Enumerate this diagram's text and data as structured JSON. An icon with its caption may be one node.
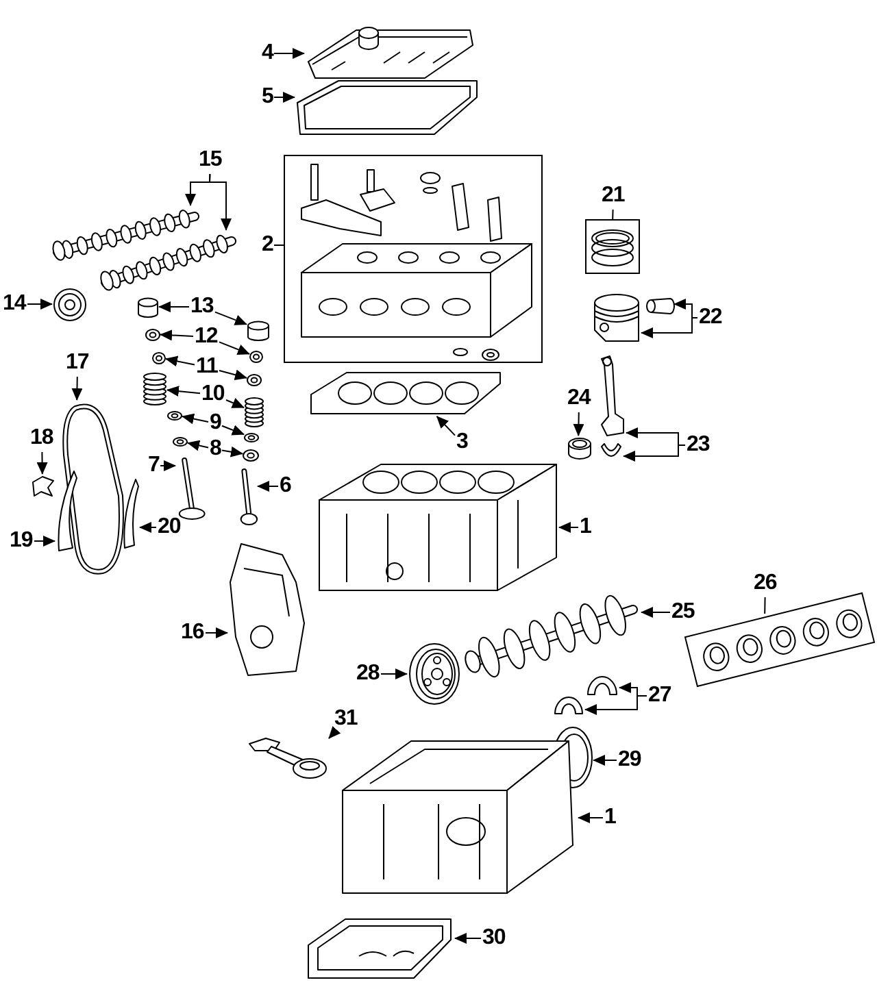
{
  "diagram": {
    "nodes": [
      {
        "text": [
          "4"
        ]
      },
      {
        "text": [],
        "shape": "picture"
      },
      {
        "text": [
          "5"
        ]
      },
      {
        "text": [],
        "shape": "picture"
      },
      {
        "text": [
          "15"
        ]
      },
      {
        "text": [
          "2"
        ]
      },
      {
        "text": [],
        "shape": "box"
      },
      {
        "text": [],
        "shape": "picture"
      },
      {
        "text": [],
        "shape": "picture"
      },
      {
        "text": [
          "21"
        ]
      },
      {
        "text": [],
        "shape": "box"
      },
      {
        "text": [
          "14"
        ]
      },
      {
        "text": [],
        "shape": "picture"
      },
      {
        "text": [
          "13"
        ]
      },
      {
        "text": [],
        "shape": "cylinder"
      },
      {
        "text": [],
        "shape": "cylinder"
      },
      {
        "text": [],
        "shape": "cylinder"
      },
      {
        "text": [],
        "shape": "picture"
      },
      {
        "text": [
          "22"
        ]
      },
      {
        "text": [
          "12"
        ]
      },
      {
        "text": [],
        "shape": "picture"
      },
      {
        "text": [],
        "shape": "picture"
      },
      {
        "text": [
          "11"
        ]
      },
      {
        "text": [],
        "shape": "picture"
      },
      {
        "text": [],
        "shape": "picture"
      },
      {
        "text": [
          "17"
        ]
      },
      {
        "text": [],
        "shape": "picture"
      },
      {
        "text": [
          "10"
        ]
      },
      {
        "text": [],
        "shape": "picture"
      },
      {
        "text": [],
        "shape": "picture"
      },
      {
        "text": [
          "9"
        ]
      },
      {
        "text": [],
        "shape": "picture"
      },
      {
        "text": [],
        "shape": "picture"
      },
      {
        "text": [
          "24"
        ]
      },
      {
        "text": [],
        "shape": "cylinder"
      },
      {
        "text": [
          "3"
        ]
      },
      {
        "text": [],
        "shape": "picture"
      },
      {
        "text": [
          "18"
        ]
      },
      {
        "text": [],
        "shape": "picture"
      },
      {
        "text": [
          "8"
        ]
      },
      {
        "text": [],
        "shape": "picture"
      },
      {
        "text": [],
        "shape": "picture"
      },
      {
        "text": [
          "23"
        ]
      },
      {
        "text": [],
        "shape": "picture"
      },
      {
        "text": [],
        "shape": "picture"
      },
      {
        "text": [
          "7"
        ]
      },
      {
        "text": [],
        "shape": "picture"
      },
      {
        "text": [
          "6"
        ]
      },
      {
        "text": [],
        "shape": "picture"
      },
      {
        "text": [
          "19"
        ]
      },
      {
        "text": [],
        "shape": "picture"
      },
      {
        "text": [
          "20"
        ]
      },
      {
        "text": [],
        "shape": "picture"
      },
      {
        "text": [],
        "shape": "picture"
      },
      {
        "text": [
          "1"
        ]
      },
      {
        "text": [
          "26"
        ]
      },
      {
        "text": [],
        "shape": "box"
      },
      {
        "text": [
          "16"
        ]
      },
      {
        "text": [],
        "shape": "picture"
      },
      {
        "text": [
          "25"
        ]
      },
      {
        "text": [],
        "shape": "picture"
      },
      {
        "text": [
          "28"
        ]
      },
      {
        "text": [],
        "shape": "picture"
      },
      {
        "text": [
          "27"
        ]
      },
      {
        "text": [],
        "shape": "picture"
      },
      {
        "text": [],
        "shape": "picture"
      },
      {
        "text": [
          "31"
        ]
      },
      {
        "text": [],
        "shape": "picture"
      },
      {
        "text": [
          "29"
        ]
      },
      {
        "text": [],
        "shape": "picture"
      },
      {
        "text": [],
        "shape": "picture"
      },
      {
        "text": [
          "1"
        ]
      },
      {
        "text": [
          "30"
        ]
      },
      {
        "text": [],
        "shape": "picture"
      }
    ],
    "edges": [
      {
        "from": 0,
        "to": 1,
        "arrow": "to"
      },
      {
        "from": 2,
        "to": 3,
        "arrow": "to"
      },
      {
        "from": 4,
        "to": 7,
        "arrow": "to"
      },
      {
        "from": 4,
        "to": 8,
        "arrow": "to"
      },
      {
        "from": 5,
        "to": 6,
        "arrow": "none"
      },
      {
        "from": 9,
        "to": 10,
        "arrow": "none"
      },
      {
        "from": 11,
        "to": 12,
        "arrow": "to"
      },
      {
        "from": 13,
        "to": 14,
        "arrow": "to"
      },
      {
        "from": 13,
        "to": 15,
        "arrow": "to"
      },
      {
        "from": 18,
        "to": 16,
        "arrow": "to"
      },
      {
        "from": 18,
        "to": 17,
        "arrow": "to"
      },
      {
        "from": 19,
        "to": 20,
        "arrow": "to"
      },
      {
        "from": 19,
        "to": 21,
        "arrow": "to"
      },
      {
        "from": 22,
        "to": 23,
        "arrow": "to"
      },
      {
        "from": 22,
        "to": 24,
        "arrow": "to"
      },
      {
        "from": 25,
        "to": 26,
        "arrow": "to"
      },
      {
        "from": 27,
        "to": 28,
        "arrow": "to"
      },
      {
        "from": 27,
        "to": 29,
        "arrow": "to"
      },
      {
        "from": 30,
        "to": 31,
        "arrow": "to"
      },
      {
        "from": 30,
        "to": 32,
        "arrow": "to"
      },
      {
        "from": 33,
        "to": 34,
        "arrow": "to"
      },
      {
        "from": 35,
        "to": 36,
        "arrow": "to"
      },
      {
        "from": 37,
        "to": 38,
        "arrow": "to"
      },
      {
        "from": 39,
        "to": 40,
        "arrow": "to"
      },
      {
        "from": 39,
        "to": 41,
        "arrow": "to"
      },
      {
        "from": 42,
        "to": 43,
        "arrow": "to"
      },
      {
        "from": 42,
        "to": 44,
        "arrow": "to"
      },
      {
        "from": 45,
        "to": 46,
        "arrow": "to"
      },
      {
        "from": 47,
        "to": 48,
        "arrow": "to"
      },
      {
        "from": 49,
        "to": 50,
        "arrow": "to"
      },
      {
        "from": 51,
        "to": 52,
        "arrow": "to"
      },
      {
        "from": 54,
        "to": 53,
        "arrow": "to"
      },
      {
        "from": 55,
        "to": 56,
        "arrow": "none"
      },
      {
        "from": 57,
        "to": 58,
        "arrow": "to"
      },
      {
        "from": 59,
        "to": 60,
        "arrow": "to"
      },
      {
        "from": 61,
        "to": 62,
        "arrow": "to"
      },
      {
        "from": 63,
        "to": 64,
        "arrow": "to"
      },
      {
        "from": 63,
        "to": 65,
        "arrow": "to"
      },
      {
        "from": 66,
        "to": 67,
        "arrow": "to"
      },
      {
        "from": 68,
        "to": 69,
        "arrow": "to"
      },
      {
        "from": 71,
        "to": 70,
        "arrow": "to"
      },
      {
        "from": 72,
        "to": 73,
        "arrow": "to"
      }
    ]
  }
}
